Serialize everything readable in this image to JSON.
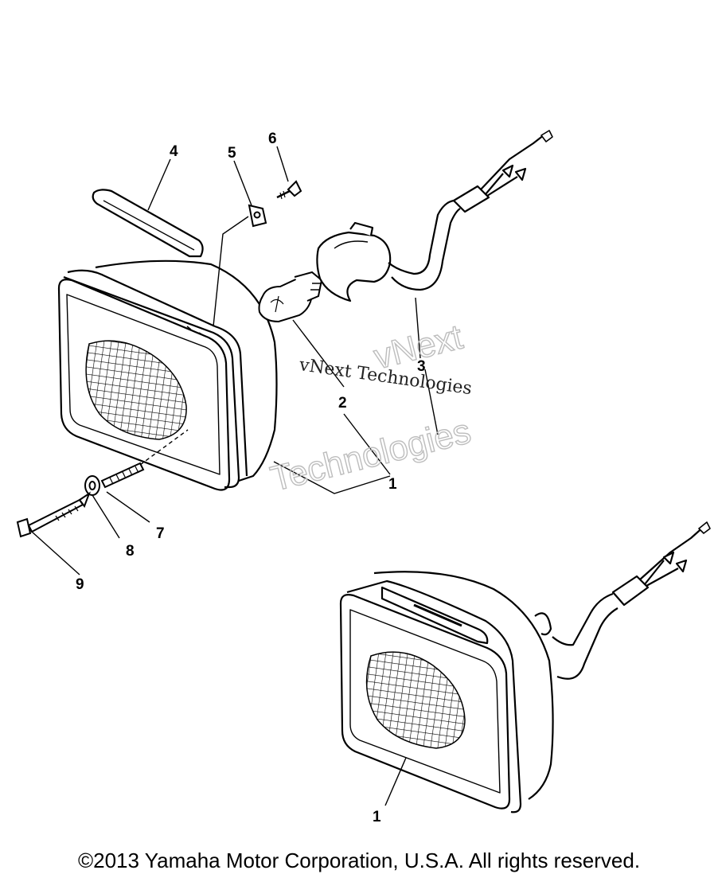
{
  "callouts": {
    "n1": "1",
    "n2": "2",
    "n3": "3",
    "n4": "4",
    "n5": "5",
    "n6": "6",
    "n7": "7",
    "n8": "8",
    "n9": "9",
    "n1b": "1"
  },
  "watermark": {
    "line1": "vNext",
    "line2": "Technologies",
    "line3": "vNext Technologies"
  },
  "footer": {
    "copyright": "©2013 Yamaha Motor Corporation, U.S.A. All rights reserved."
  }
}
